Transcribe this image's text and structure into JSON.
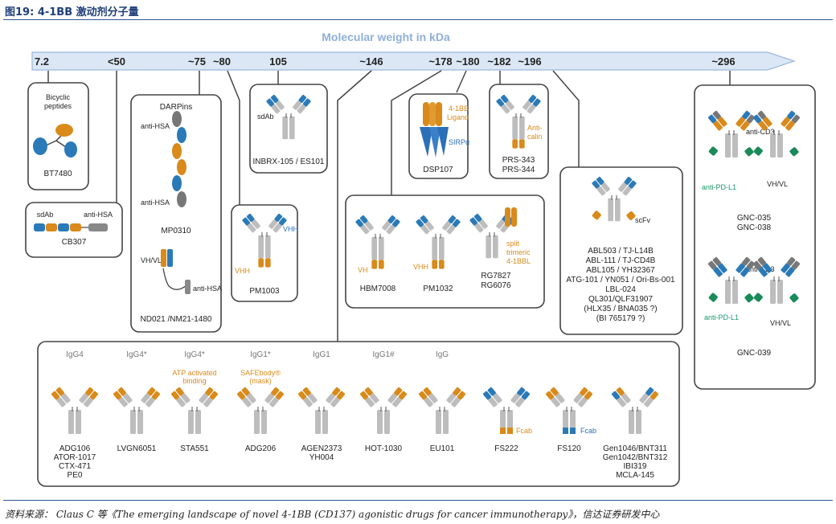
{
  "figure": {
    "title": "图19: 4-1BB 激动剂分子量",
    "source": "资料来源： Claus C 等《The emerging landscape of novel 4-1BB (CD137) agonistic drugs for cancer immunotherapy》，信达证券研发中心"
  },
  "axis": {
    "title": "Molecular weight in kDa",
    "ticks": [
      "7.2",
      "<50",
      "~75",
      "~80",
      "105",
      "~146",
      "~178",
      "~180",
      "~182",
      "~196",
      "~296"
    ]
  },
  "boxes": {
    "bt7480": {
      "top": "Bicyclic",
      "top2": "peptides",
      "name": "BT7480"
    },
    "cb307": {
      "left_tag": "sdAb",
      "right_tag": "anti-HSA",
      "name": "CB307"
    },
    "darpins": {
      "title": "DARPins",
      "anti1": "anti-HSA",
      "anti2": "anti-HSA",
      "name1": "MP0310",
      "vhvl": "VH/VL",
      "anti3": "anti-HSA",
      "name2": "ND021 /NM21-1480"
    },
    "pm1003": {
      "vhh_top": "VHH",
      "vhh_bot": "VHH",
      "name": "PM1003"
    },
    "inbrx": {
      "tag": "sdAb",
      "name": "INBRX-105 / ES101"
    },
    "dsp107": {
      "tag1": "4-1BB",
      "tag2": "Ligand",
      "tag3": "SIRPα",
      "name": "DSP107"
    },
    "prs": {
      "tag1": "Anti-",
      "tag2": "calin",
      "name1": "PRS-343",
      "name2": "PRS-344"
    },
    "vh_group": {
      "vh": "VH",
      "vhh": "VHH",
      "split1": "split",
      "split2": "trimeric",
      "split3": "4-1BBL",
      "name1": "HBM7008",
      "name2": "PM1032",
      "name3a": "RG7827",
      "name3b": "RG6076"
    },
    "scfv": {
      "tag": "scFv",
      "names": [
        "ABL503 / TJ-L14B",
        "ABL-111 / TJ-CD4B",
        "ABL105 / YH32367",
        "ATG-101 / YN051 / Ori-Bs-001",
        "LBL-024",
        "QL301/QLF31907",
        "(HLX35 / BNA035 ?)",
        "(BI 765179 ?)"
      ]
    },
    "gnc": {
      "cd3a": "anti-CD3",
      "pdl1a": "anti-PD-L1",
      "vhvla": "VH/VL",
      "name1a": "GNC-035",
      "name1b": "GNC-038",
      "cd3b": "anti-CD3",
      "pdl1b": "anti-PD-L1",
      "vhvlb": "VH/VL",
      "name2": "GNC-039"
    }
  },
  "bottom": {
    "isotypes": [
      "IgG4",
      "IgG4*",
      "IgG4*",
      "IgG1*",
      "IgG1",
      "IgG1#",
      "IgG"
    ],
    "notes": {
      "atp1": "ATP activated",
      "atp2": "binding",
      "safe1": "SAFEbody®",
      "safe2": "(mask)",
      "fcab1": "Fcab",
      "fcab2": "Fcab"
    },
    "names": [
      [
        "ADG106",
        "ATOR-1017",
        "CTX-471",
        "PE0"
      ],
      [
        "LVGN6051"
      ],
      [
        "STA551"
      ],
      [
        "ADG206"
      ],
      [
        "AGEN2373",
        "YH004"
      ],
      [
        "HOT-1030"
      ],
      [
        "EU101"
      ],
      [
        "FS222"
      ],
      [
        "FS120"
      ],
      [
        "Gen1046/BNT311",
        "Gen1042/BNT312",
        "IBI319",
        "MCLA-145"
      ]
    ]
  },
  "colors": {
    "orange": "#d98a1a",
    "blue": "#2a7ab8",
    "green": "#1a8a5a",
    "gray": "#bdbdbd",
    "dark": "#555555",
    "axis": "#dbe7f5"
  }
}
